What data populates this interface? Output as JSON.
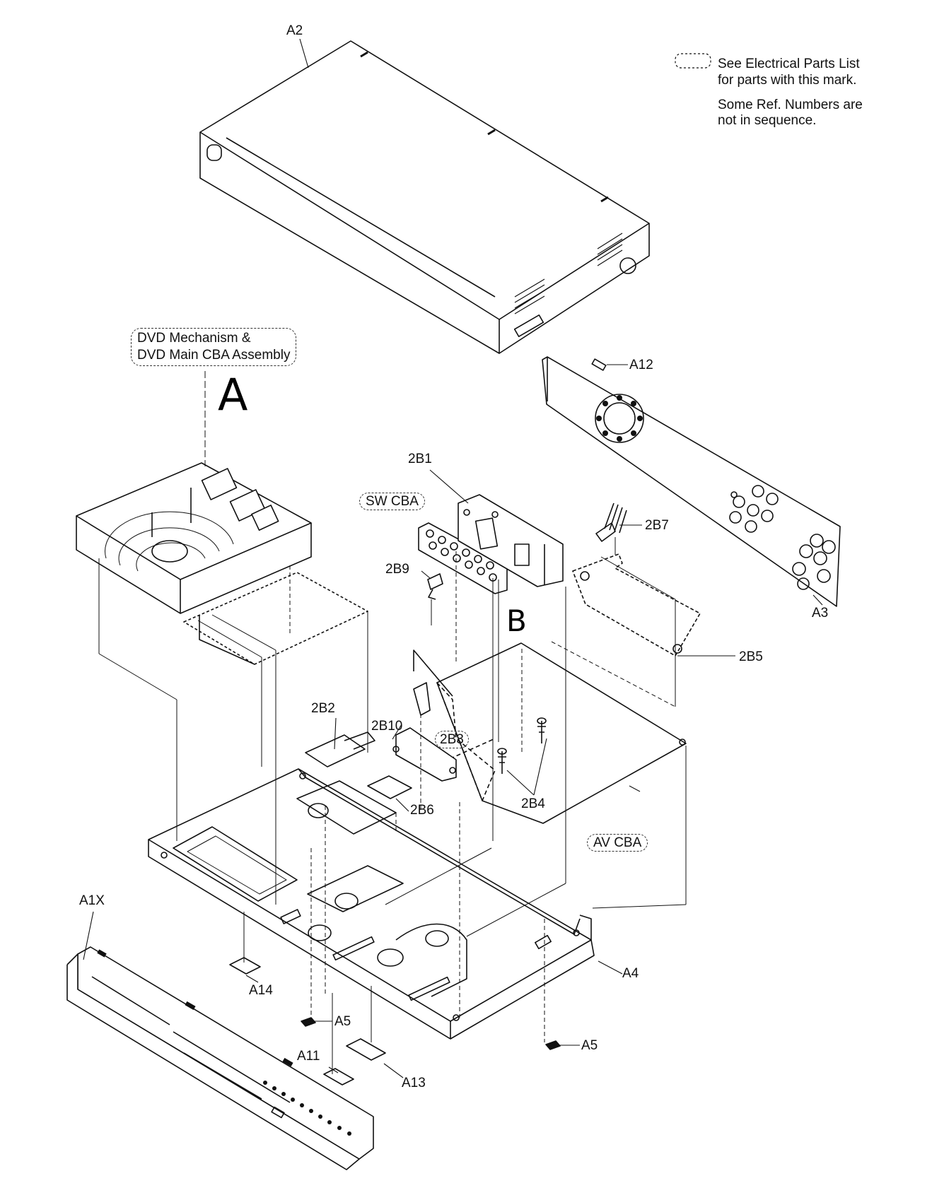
{
  "legend": {
    "line1": "See Electrical Parts List",
    "line2": "for parts with this mark.",
    "line3": "Some Ref. Numbers are",
    "line4": "not in sequence."
  },
  "assemblies": {
    "dvd_line1": "DVD Mechanism &",
    "dvd_line2": "DVD Main CBA Assembly",
    "dvd_letter": "A",
    "b_letter": "B",
    "sw_cba": "SW CBA",
    "av_cba": "AV CBA"
  },
  "parts": {
    "A2": "A2",
    "A12": "A12",
    "A3": "A3",
    "2B1": "2B1",
    "2B7": "2B7",
    "2B9": "2B9",
    "2B5": "2B5",
    "2B2": "2B2",
    "2B10": "2B10",
    "2B3": "2B3",
    "2B4": "2B4",
    "2B6": "2B6",
    "A1X": "A1X",
    "A14": "A14",
    "A4": "A4",
    "A5a": "A5",
    "A5b": "A5",
    "A11": "A11",
    "A13": "A13"
  }
}
